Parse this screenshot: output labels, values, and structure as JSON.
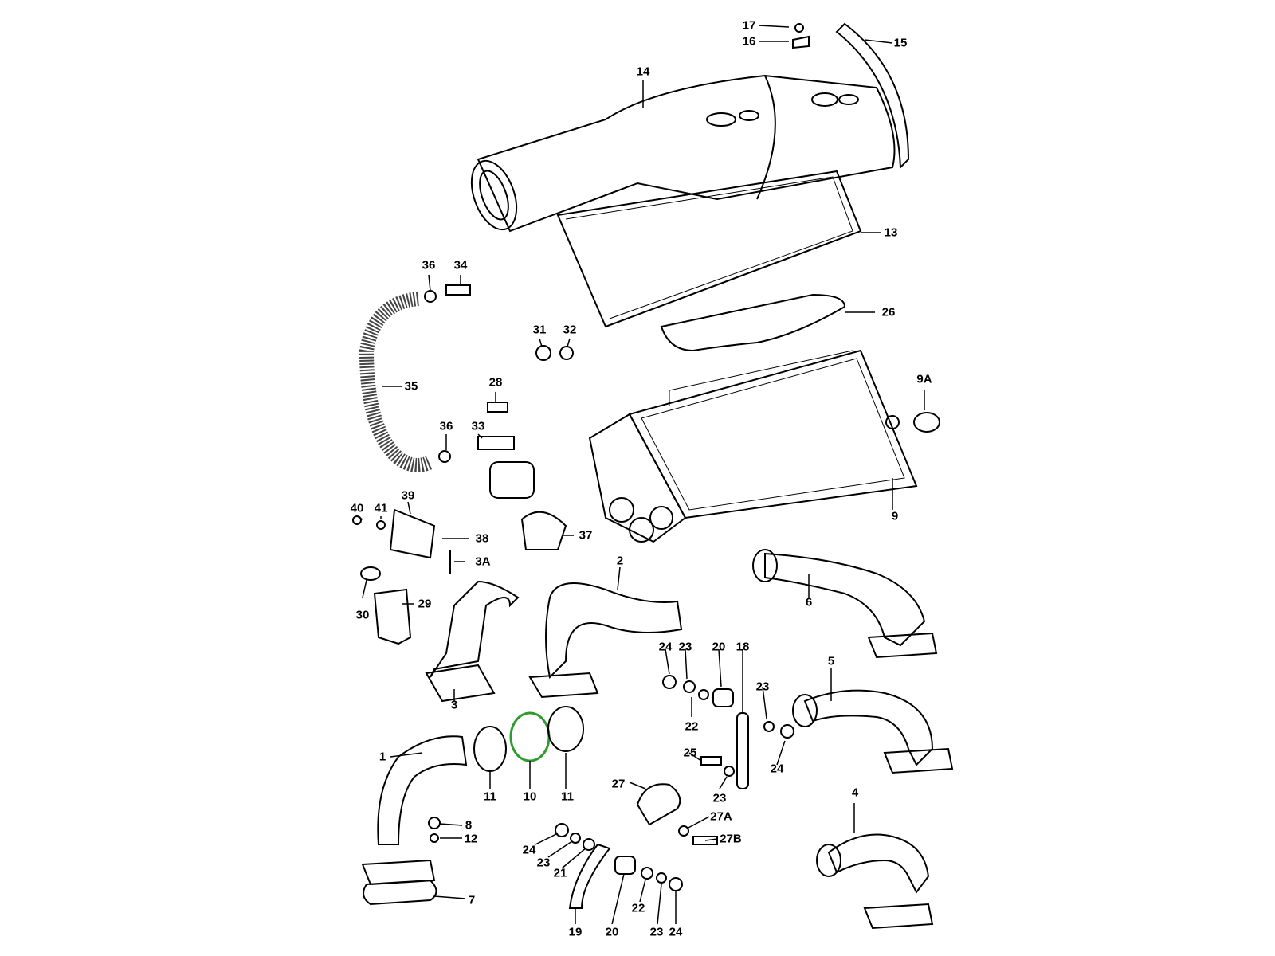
{
  "diagram": {
    "highlight_color": "#2e9b2e",
    "line_color": "#000000",
    "labels": [
      "17",
      "16",
      "15",
      "14",
      "13",
      "36",
      "34",
      "26",
      "31",
      "32",
      "28",
      "35",
      "9A",
      "36",
      "33",
      "9",
      "40",
      "41",
      "39",
      "38",
      "37",
      "3A",
      "2",
      "6",
      "29",
      "30",
      "24",
      "23",
      "20",
      "18",
      "5",
      "23",
      "22",
      "3",
      "1",
      "25",
      "24",
      "23",
      "11",
      "10",
      "11",
      "27",
      "4",
      "27A",
      "8",
      "12",
      "27B",
      "24",
      "23",
      "21",
      "22",
      "7",
      "19",
      "20",
      "23",
      "24"
    ]
  }
}
